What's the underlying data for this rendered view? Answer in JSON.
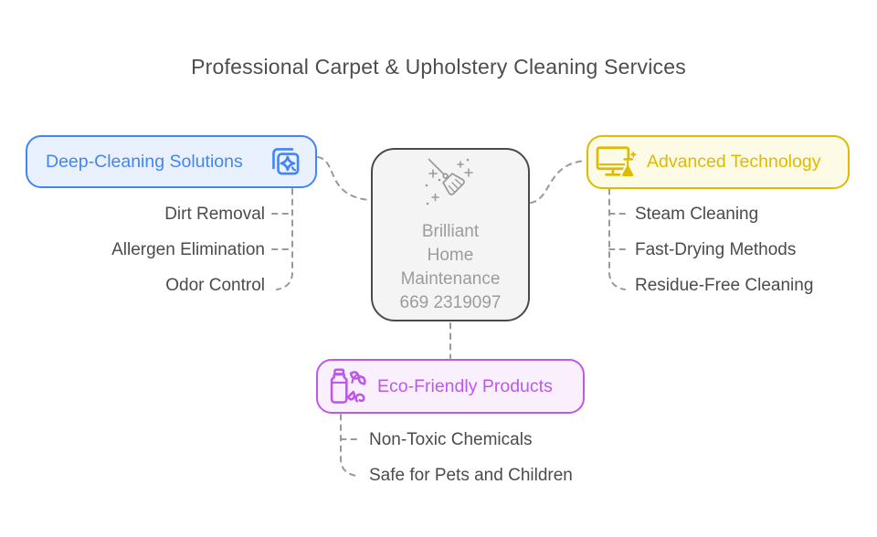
{
  "title": "Professional Carpet & Upholstery Cleaning Services",
  "center_node": {
    "icon": "broom-sparkles-icon",
    "lines": [
      "Brilliant",
      "Home",
      "Maintenance",
      "669 2319097"
    ]
  },
  "branches": [
    {
      "label": "Deep-Cleaning Solutions",
      "icon": "sparkle-squares-icon",
      "accent": "#4285f4",
      "background": "#eaf1fe",
      "items": [
        "Dirt Removal",
        "Allergen Elimination",
        "Odor Control"
      ]
    },
    {
      "label": "Advanced Technology",
      "icon": "monitor-flask-icon",
      "accent": "#ddbb00",
      "background": "#fdfae5",
      "items": [
        "Steam Cleaning",
        "Fast-Drying Methods",
        "Residue-Free Cleaning"
      ]
    },
    {
      "label": "Eco-Friendly Products",
      "icon": "eco-bottle-leaves-icon",
      "accent": "#bf58e9",
      "background": "#faf0fd",
      "items": [
        "Non-Toxic Chemicals",
        "Safe for Pets and Children"
      ]
    }
  ],
  "colors": {
    "title_text": "#4d4d4d",
    "item_text": "#4b4b4b",
    "center_text": "#9c9c9c",
    "center_border": "#4a4a4a",
    "center_background": "#f4f4f4",
    "connector": "#999999"
  }
}
